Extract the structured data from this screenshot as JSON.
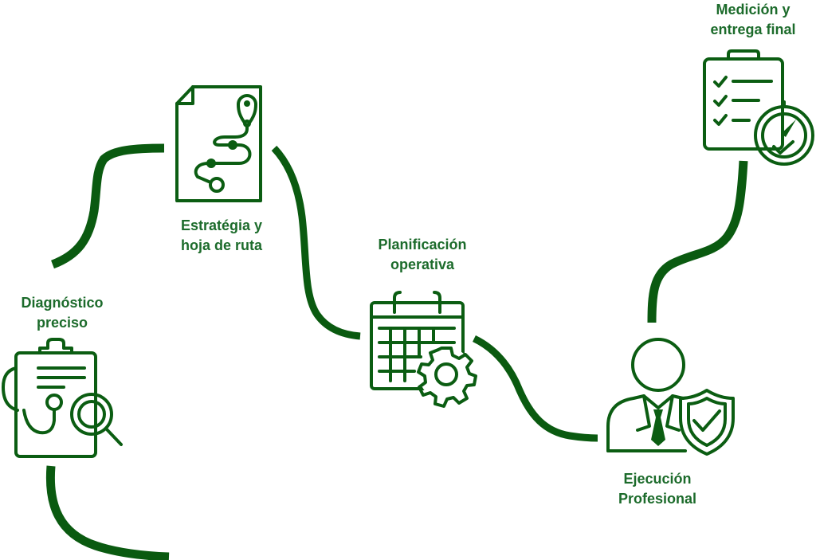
{
  "colors": {
    "connector": "#0a5a10",
    "icon": "#0b5d12",
    "label": "#1c6b2b",
    "background": "#ffffff"
  },
  "steps": [
    {
      "key": "diagnostico",
      "icon": "clipboard-stethoscope-magnifier-icon",
      "label_lines": [
        "Diagnóstico",
        "preciso"
      ]
    },
    {
      "key": "estrategia",
      "icon": "document-roadmap-icon",
      "label_lines": [
        "Estratégia y",
        "hoja de ruta"
      ]
    },
    {
      "key": "planificacion",
      "icon": "calendar-gear-icon",
      "label_lines": [
        "Planificación",
        "operativa"
      ]
    },
    {
      "key": "ejecucion",
      "icon": "professional-shield-icon",
      "label_lines": [
        "Ejecución",
        "Profesional"
      ]
    },
    {
      "key": "medicion",
      "icon": "checklist-gauge-icon",
      "label_lines": [
        "Medición y",
        "entrega final"
      ]
    }
  ]
}
